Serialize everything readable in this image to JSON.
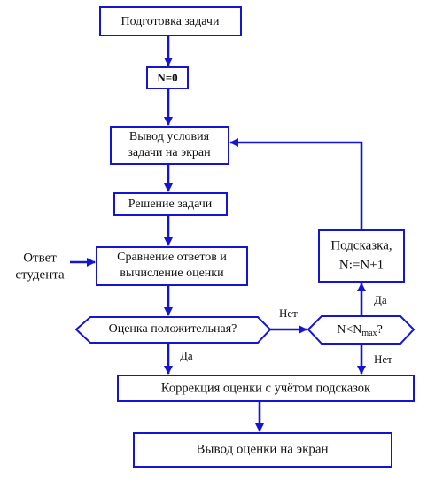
{
  "colors": {
    "line": "#1414d2",
    "text": "#111111",
    "background": "#ffffff"
  },
  "nodes": {
    "prepare_task": "Подготовка задачи",
    "init_counter": "N=0",
    "show_task_line1": "Вывод условия",
    "show_task_line2": "задачи на экран",
    "solve_task": "Решение задачи",
    "compare_line1": "Сравнение ответов и",
    "compare_line2": "вычисление оценки",
    "student_answer_line1": "Ответ",
    "student_answer_line2": "студента",
    "grade_positive": "Оценка положительная?",
    "n_less_nmax_prefix": "N<N",
    "n_less_nmax_subscript": "max",
    "n_less_nmax_suffix": "?",
    "hint_line1": "Подсказка,",
    "hint_line2": "N:=N+1",
    "correct_grade": "Коррекция оценки с учётом подсказок",
    "show_grade": "Вывод оценки на экран"
  },
  "edge_labels": {
    "grade_no": "Нет",
    "grade_yes": "Да",
    "nmax_yes": "Да",
    "nmax_no": "Нет"
  }
}
